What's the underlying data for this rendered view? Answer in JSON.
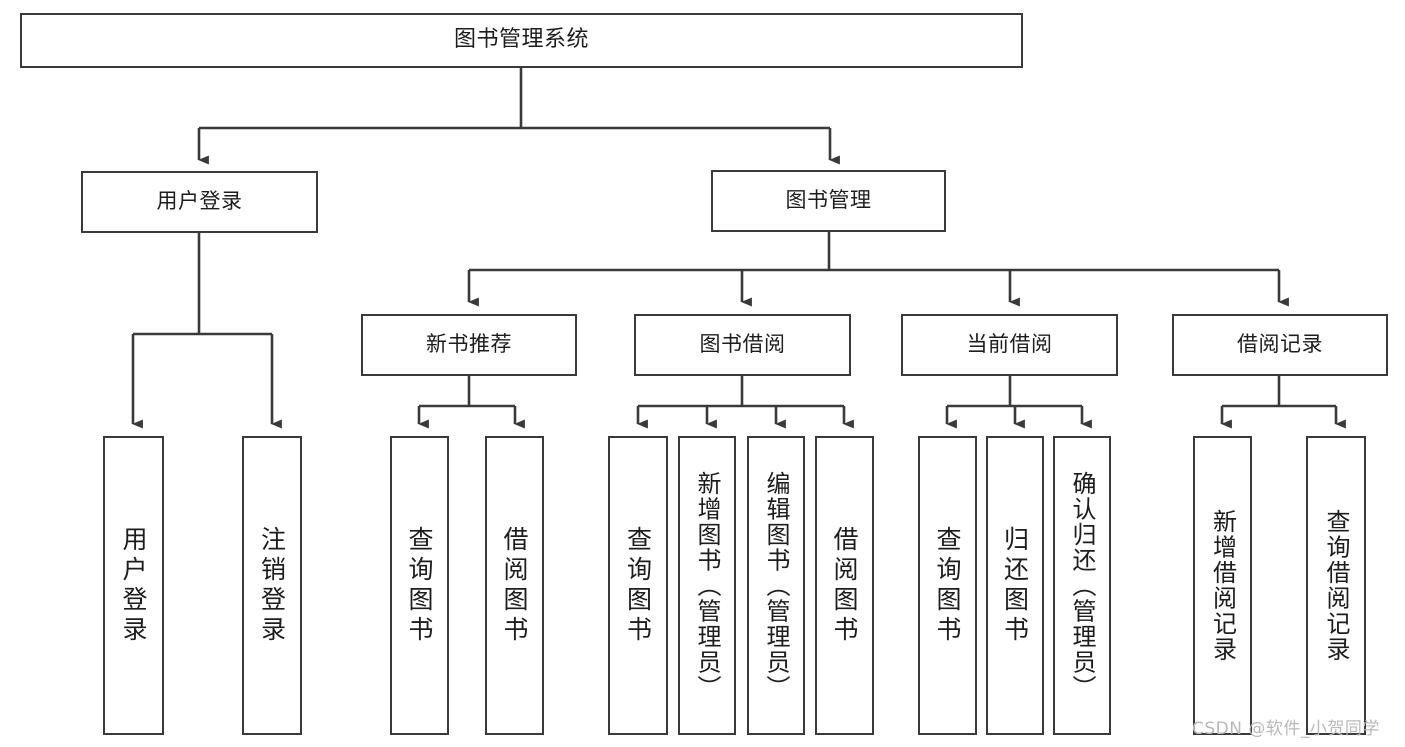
{
  "diagram": {
    "type": "tree-hierarchy",
    "title": "图书管理系统",
    "watermark": "CSDN @软件_小贺同学",
    "colors": {
      "box_border": "#3a3a3a",
      "box_fill": "#ffffff",
      "line": "#3a3a3a",
      "text": "#1d1d1d",
      "watermark": "#b9b9b9"
    },
    "nodes": {
      "root": "图书管理系统",
      "level2": [
        {
          "label": "用户登录"
        },
        {
          "label": "图书管理"
        }
      ],
      "level3": [
        {
          "label": "新书推荐"
        },
        {
          "label": "图书借阅"
        },
        {
          "label": "当前借阅"
        },
        {
          "label": "借阅记录"
        }
      ],
      "leaves": {
        "user_login": [
          {
            "label": "用户登录"
          },
          {
            "label": "注销登录"
          }
        ],
        "new_book_recommend": [
          {
            "label": "查询图书"
          },
          {
            "label": "借阅图书"
          }
        ],
        "book_borrow": [
          {
            "label": "查询图书"
          },
          {
            "label": "新增图书（管理员）"
          },
          {
            "label": "编辑图书（管理员）"
          },
          {
            "label": "借阅图书"
          }
        ],
        "current_borrow": [
          {
            "label": "查询图书"
          },
          {
            "label": "归还图书"
          },
          {
            "label": "确认归还（管理员）"
          }
        ],
        "borrow_record": [
          {
            "label": "新增借阅记录"
          },
          {
            "label": "查询借阅记录"
          }
        ]
      }
    },
    "edges": [
      "图书管理系统 → 用户登录",
      "图书管理系统 → 图书管理",
      "用户登录 → 用户登录",
      "用户登录 → 注销登录",
      "图书管理 → 新书推荐",
      "图书管理 → 图书借阅",
      "图书管理 → 当前借阅",
      "图书管理 → 借阅记录",
      "新书推荐 → 查询图书",
      "新书推荐 → 借阅图书",
      "图书借阅 → 查询图书",
      "图书借阅 → 新增图书（管理员）",
      "图书借阅 → 编辑图书（管理员）",
      "图书借阅 → 借阅图书",
      "当前借阅 → 查询图书",
      "当前借阅 → 归还图书",
      "当前借阅 → 确认归还（管理员）",
      "借阅记录 → 新增借阅记录",
      "借阅记录 → 查询借阅记录"
    ]
  }
}
